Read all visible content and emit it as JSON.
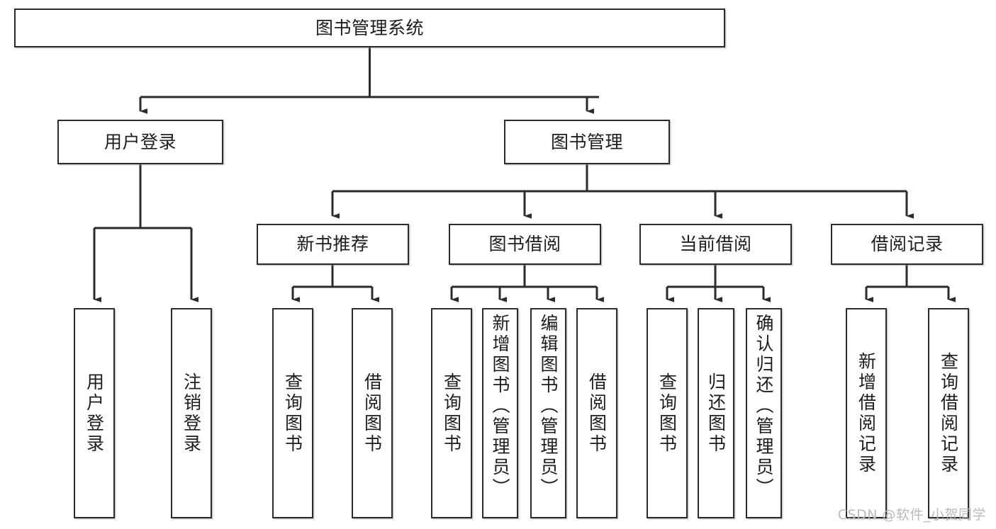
{
  "diagram": {
    "title": "图书管理系统",
    "type": "tree-hierarchy-chart",
    "root": {
      "id": "root",
      "label": "图书管理系统"
    },
    "level2": [
      {
        "id": "user-login",
        "label": "用户登录"
      },
      {
        "id": "book-manage",
        "label": "图书管理"
      }
    ],
    "level3": [
      {
        "id": "new-book-rec",
        "label": "新书推荐"
      },
      {
        "id": "book-borrow",
        "label": "图书借阅"
      },
      {
        "id": "current-borrow",
        "label": "当前借阅"
      },
      {
        "id": "borrow-record",
        "label": "借阅记录"
      }
    ],
    "leaves": {
      "user_login": [
        {
          "id": "leaf-user-login",
          "label": "用户登录"
        },
        {
          "id": "leaf-logout-login",
          "label": "注销登录"
        }
      ],
      "new_book_rec": [
        {
          "id": "leaf-query-book-1",
          "label": "查询图书"
        },
        {
          "id": "leaf-borrow-book-1",
          "label": "借阅图书"
        }
      ],
      "book_borrow": [
        {
          "id": "leaf-query-book-2",
          "label": "查询图书"
        },
        {
          "id": "leaf-add-book",
          "label": "新增图书（管理员）"
        },
        {
          "id": "leaf-edit-book",
          "label": "编辑图书（管理员）"
        },
        {
          "id": "leaf-borrow-book-2",
          "label": "借阅图书"
        }
      ],
      "current_borrow": [
        {
          "id": "leaf-query-book-3",
          "label": "查询图书"
        },
        {
          "id": "leaf-return-book",
          "label": "归还图书"
        },
        {
          "id": "leaf-confirm-return",
          "label": "确认归还（管理员）"
        }
      ],
      "borrow_record": [
        {
          "id": "leaf-add-record",
          "label": "新增借阅记录"
        },
        {
          "id": "leaf-query-record",
          "label": "查询借阅记录"
        }
      ]
    }
  },
  "watermark": {
    "text": "CSDN @软件_小贺同学"
  },
  "colors": {
    "stroke": "#2b2b2b",
    "fill": "#ffffff",
    "text": "#1d1d1d",
    "watermark": "#b9b9b9"
  }
}
